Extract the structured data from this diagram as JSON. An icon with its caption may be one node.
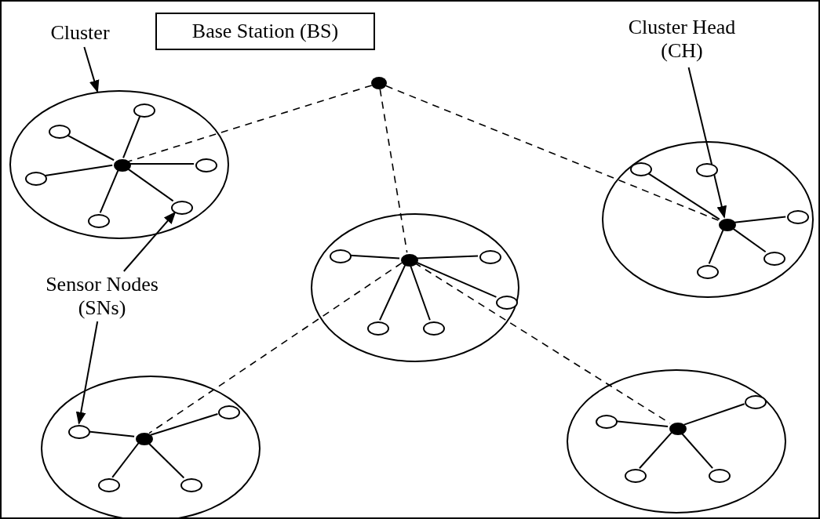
{
  "diagram": {
    "nodes": [
      {
        "text": [
          "Cluster"
        ]
      },
      {
        "text": [
          "Base Station (BS)"
        ]
      },
      {
        "text": [
          "Cluster Head (CH)"
        ]
      },
      {
        "text": [],
        "shape": "dot"
      },
      {
        "text": [],
        "shape": "circle"
      },
      {
        "text": [],
        "shape": "dot",
        "in": 4
      },
      {
        "text": [],
        "shape": "ellipse",
        "in": 4
      },
      {
        "text": [],
        "shape": "ellipse",
        "in": 4
      },
      {
        "text": [],
        "shape": "ellipse",
        "in": 4
      },
      {
        "text": [],
        "shape": "ellipse",
        "in": 4
      },
      {
        "text": [],
        "shape": "ellipse",
        "in": 4
      },
      {
        "text": [],
        "shape": "ellipse",
        "in": 4
      },
      {
        "text": [],
        "shape": "circle"
      },
      {
        "text": [],
        "shape": "dot",
        "in": 12
      },
      {
        "text": [],
        "shape": "ellipse",
        "in": 12
      },
      {
        "text": [],
        "shape": "ellipse",
        "in": 12
      },
      {
        "text": [],
        "shape": "ellipse",
        "in": 12
      },
      {
        "text": [],
        "shape": "ellipse",
        "in": 12
      },
      {
        "text": [],
        "shape": "ellipse",
        "in": 12
      },
      {
        "text": [],
        "shape": "circle"
      },
      {
        "text": [],
        "shape": "dot",
        "in": 19
      },
      {
        "text": [],
        "shape": "ellipse",
        "in": 19
      },
      {
        "text": [],
        "shape": "ellipse",
        "in": 19
      },
      {
        "text": [],
        "shape": "ellipse",
        "in": 19
      },
      {
        "text": [],
        "shape": "ellipse",
        "in": 19
      },
      {
        "text": [],
        "shape": "ellipse",
        "in": 19
      },
      {
        "text": [
          "Sensor Nodes (SNs)"
        ]
      },
      {
        "text": [],
        "shape": "circle"
      },
      {
        "text": [],
        "shape": "dot",
        "in": 27
      },
      {
        "text": [],
        "shape": "ellipse",
        "in": 27
      },
      {
        "text": [],
        "shape": "ellipse",
        "in": 27
      },
      {
        "text": [],
        "shape": "ellipse",
        "in": 27
      },
      {
        "text": [],
        "shape": "ellipse",
        "in": 27
      },
      {
        "text": [],
        "shape": "circle"
      },
      {
        "text": [],
        "shape": "dot",
        "in": 33
      },
      {
        "text": [],
        "shape": "ellipse",
        "in": 33
      },
      {
        "text": [],
        "shape": "ellipse",
        "in": 33
      },
      {
        "text": [],
        "shape": "ellipse",
        "in": 33
      },
      {
        "text": [],
        "shape": "ellipse",
        "in": 33
      }
    ],
    "edges": [
      {
        "from": 3,
        "to": 5,
        "arrow": "none",
        "style": "dashed"
      },
      {
        "from": 3,
        "to": 20,
        "arrow": "none",
        "style": "dashed"
      },
      {
        "from": 3,
        "to": 13,
        "arrow": "none",
        "style": "dashed"
      },
      {
        "from": 20,
        "to": 28,
        "arrow": "none",
        "style": "dashed"
      },
      {
        "from": 20,
        "to": 34,
        "arrow": "none",
        "style": "dashed"
      },
      {
        "from": 5,
        "to": 6,
        "arrow": "none"
      },
      {
        "from": 5,
        "to": 7,
        "arrow": "none"
      },
      {
        "from": 5,
        "to": 8,
        "arrow": "none"
      },
      {
        "from": 5,
        "to": 9,
        "arrow": "none"
      },
      {
        "from": 5,
        "to": 10,
        "arrow": "none"
      },
      {
        "from": 5,
        "to": 11,
        "arrow": "none"
      },
      {
        "from": 13,
        "to": 14,
        "arrow": "none"
      },
      {
        "from": 13,
        "to": 16,
        "arrow": "none"
      },
      {
        "from": 13,
        "to": 17,
        "arrow": "none"
      },
      {
        "from": 13,
        "to": 18,
        "arrow": "none"
      },
      {
        "from": 20,
        "to": 21,
        "arrow": "none"
      },
      {
        "from": 20,
        "to": 22,
        "arrow": "none"
      },
      {
        "from": 20,
        "to": 23,
        "arrow": "none"
      },
      {
        "from": 20,
        "to": 24,
        "arrow": "none"
      },
      {
        "from": 20,
        "to": 25,
        "arrow": "none"
      },
      {
        "from": 28,
        "to": 29,
        "arrow": "none"
      },
      {
        "from": 28,
        "to": 30,
        "arrow": "none"
      },
      {
        "from": 28,
        "to": 31,
        "arrow": "none"
      },
      {
        "from": 28,
        "to": 32,
        "arrow": "none"
      },
      {
        "from": 34,
        "to": 35,
        "arrow": "none"
      },
      {
        "from": 34,
        "to": 36,
        "arrow": "none"
      },
      {
        "from": 34,
        "to": 37,
        "arrow": "none"
      },
      {
        "from": 34,
        "to": 38,
        "arrow": "none"
      },
      {
        "from": 0,
        "to": 4,
        "arrow": "to"
      },
      {
        "from": 2,
        "to": 13,
        "arrow": "to"
      },
      {
        "from": 26,
        "to": 10,
        "arrow": "to"
      },
      {
        "from": 26,
        "to": 29,
        "arrow": "to"
      }
    ]
  }
}
